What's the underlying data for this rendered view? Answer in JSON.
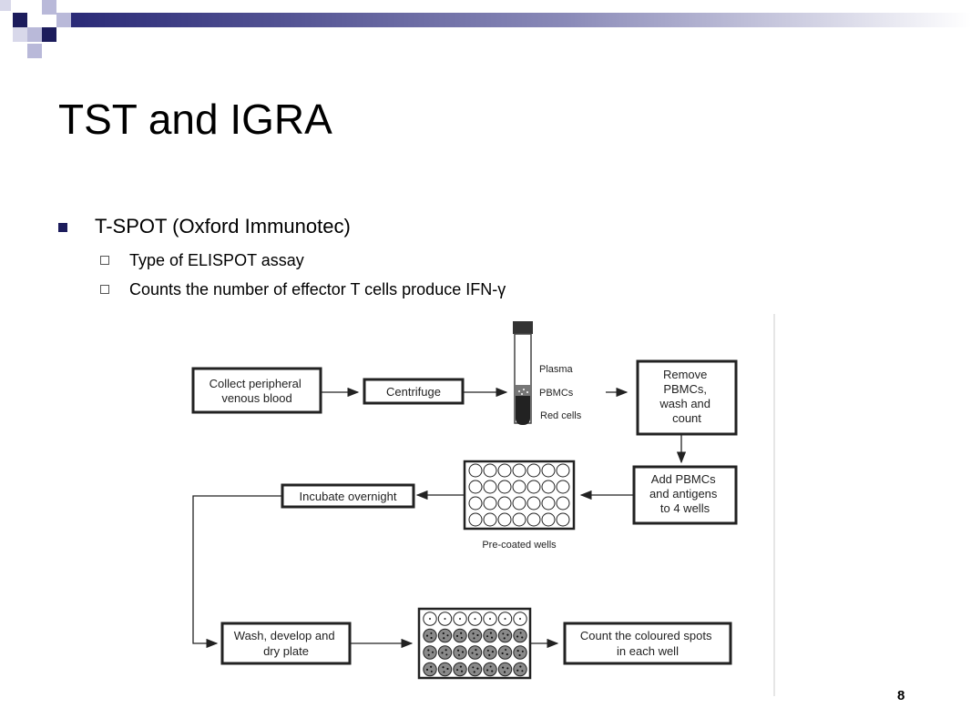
{
  "slide": {
    "title": "TST and IGRA",
    "page_number": "8",
    "colors": {
      "dark_square": "#1c1c5c",
      "light_square": "#b9b9d9",
      "bar": "#2a2a77"
    }
  },
  "bullets": [
    {
      "text": "T-SPOT (Oxford Immunotec)",
      "children": [
        "Type of ELISPOT assay",
        "Counts the number of effector T cells produce IFN-γ"
      ]
    }
  ],
  "diagram": {
    "boxes": {
      "collect": [
        "Collect peripheral",
        "venous blood"
      ],
      "centrifuge": [
        "Centrifuge"
      ],
      "remove": [
        "Remove",
        "PBMCs,",
        "wash and",
        "count"
      ],
      "add": [
        "Add PBMCs",
        "and antigens",
        "to 4 wells"
      ],
      "incubate": [
        "Incubate overnight"
      ],
      "wash": [
        "Wash, develop and",
        "dry plate"
      ],
      "count": [
        "Count the coloured spots",
        "in each well"
      ]
    },
    "tube_labels": {
      "plasma": "Plasma",
      "pbmcs": "PBMCs",
      "red": "Red cells"
    },
    "plate_caption": "Pre-coated wells"
  }
}
